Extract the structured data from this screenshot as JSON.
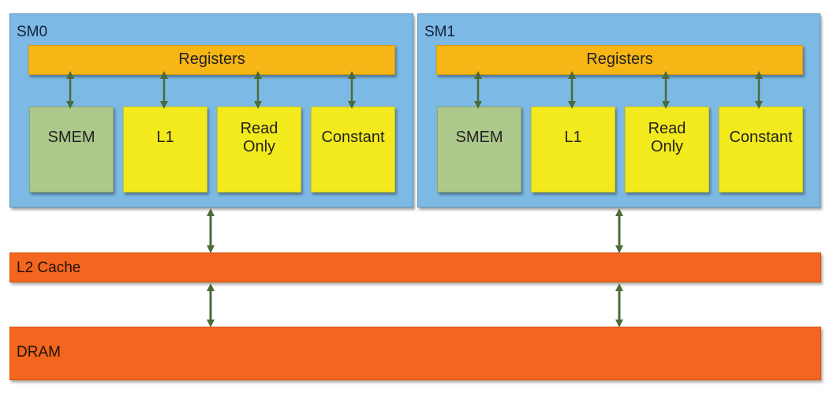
{
  "diagram": {
    "sm0": {
      "label": "SM0",
      "registers": "Registers",
      "units": [
        "SMEM",
        "L1",
        "Read\nOnly",
        "Constant"
      ]
    },
    "sm1": {
      "label": "SM1",
      "registers": "Registers",
      "units": [
        "SMEM",
        "L1",
        "Read\nOnly",
        "Constant"
      ]
    },
    "l2": {
      "label": "L2 Cache"
    },
    "dram": {
      "label": "DRAM"
    },
    "colors": {
      "sm_background": "#7db9e5",
      "registers": "#f7b516",
      "smem": "#adc88b",
      "cache_units": "#f2ea1c",
      "l2_dram": "#f2661f",
      "arrows": "#4a6b3a"
    }
  }
}
